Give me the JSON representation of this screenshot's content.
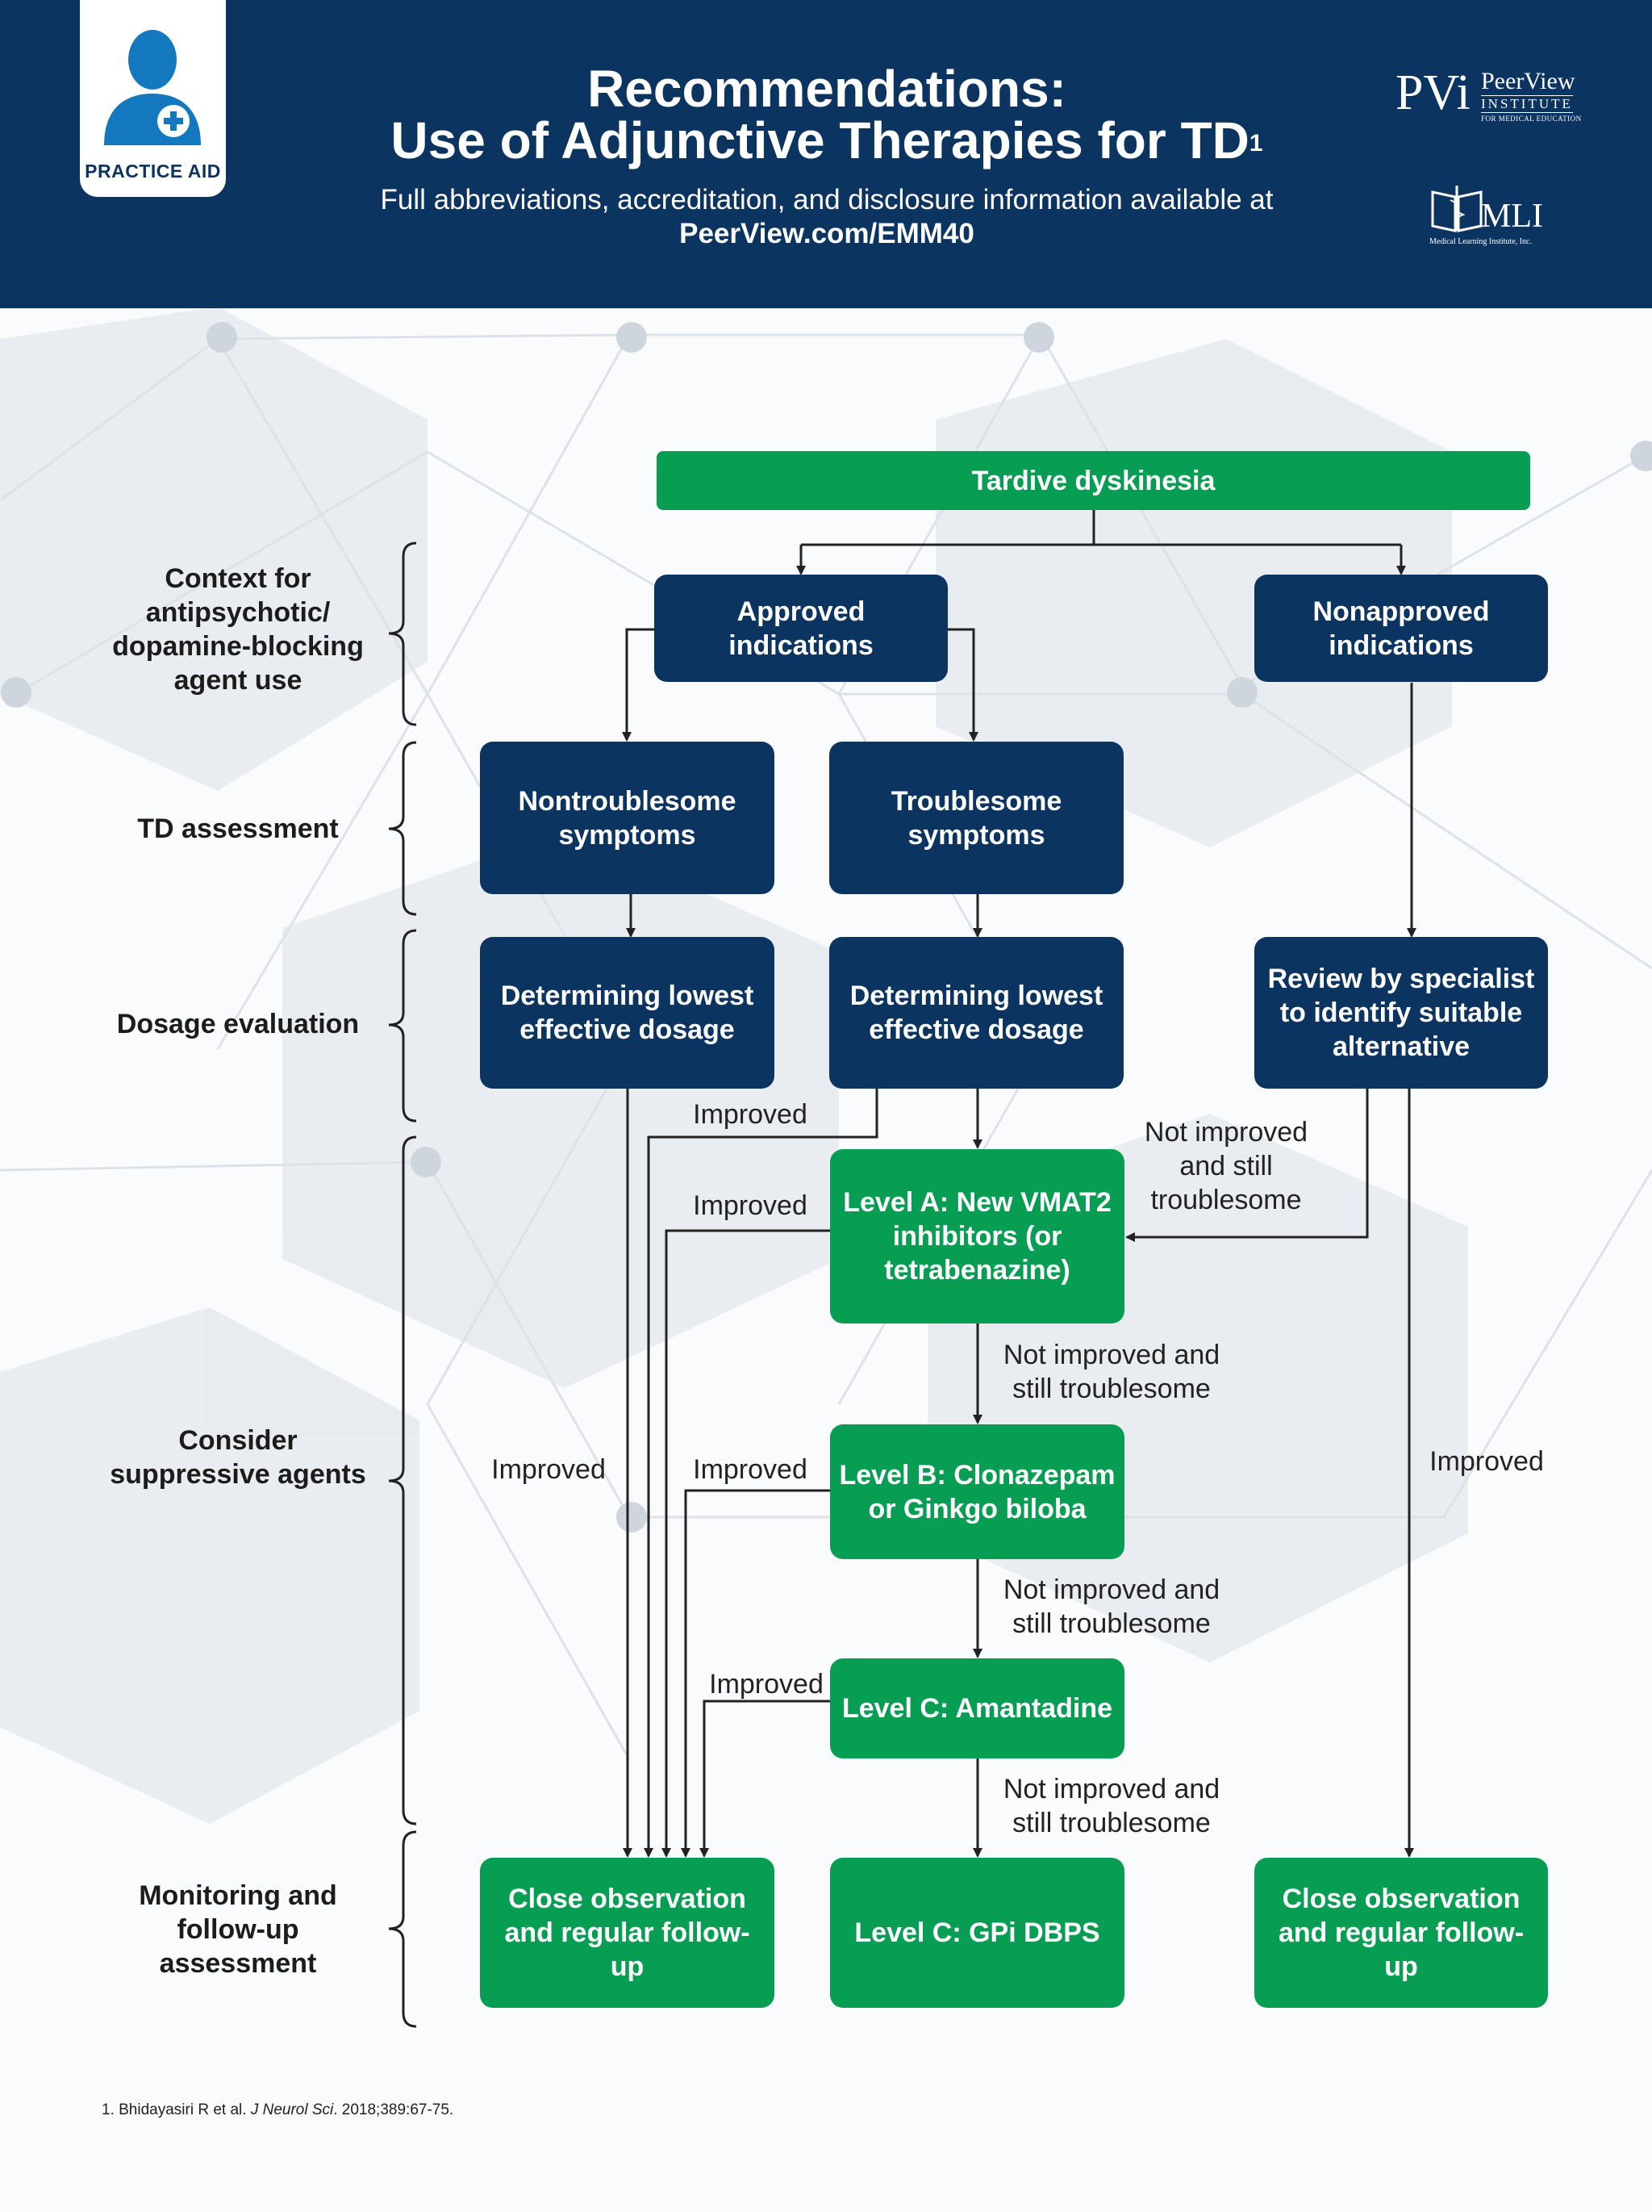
{
  "header": {
    "badge_label": "PRACTICE AID",
    "title_line1": "Recommendations:",
    "title_line2": "Use of Adjunctive Therapies for TD",
    "title_ref": "1",
    "subtitle_line1": "Full abbreviations, accreditation, and disclosure information available at",
    "subtitle_url": "PeerView.com/EMM40",
    "logo_pvi_mark": "PVi",
    "logo_pvi_name": "PeerView",
    "logo_pvi_institute": "INSTITUTE",
    "logo_pvi_sub": "FOR MEDICAL EDUCATION",
    "logo_mli_mark": "MLI",
    "logo_mli_sub": "Medical Learning Institute, Inc."
  },
  "stages": [
    {
      "label": "Context for antipsychotic/ dopamine-blocking agent use"
    },
    {
      "label": "TD assessment"
    },
    {
      "label": "Dosage evaluation"
    },
    {
      "label": "Consider suppressive agents"
    },
    {
      "label": "Monitoring and follow-up assessment"
    }
  ],
  "nodes": {
    "root": "Tardive dyskinesia",
    "approved": "Approved indications",
    "nonapproved": "Nonapproved indications",
    "nontroublesome": "Nontroublesome symptoms",
    "troublesome": "Troublesome symptoms",
    "dosage_left": "Determining lowest effective dosage",
    "dosage_mid": "Determining lowest effective dosage",
    "review": "Review by specialist to identify suitable alternative",
    "level_a": "Level A: New VMAT2 inhibitors (or tetrabenazine)",
    "level_b": "Level B: Clonazepam or Ginkgo biloba",
    "level_c1": "Level C: Amantadine",
    "close_left": "Close observation and regular follow-up",
    "level_c2": "Level C: GPi DBPS",
    "close_right": "Close observation and regular follow-up"
  },
  "edge_labels": {
    "improved_1": "Improved",
    "improved_2": "Improved",
    "improved_3": "Improved",
    "improved_4": "Improved",
    "improved_5": "Improved",
    "improved_6": "Improved",
    "not_improved_review": "Not improved and still troublesome",
    "not_improved_a": "Not improved and still troublesome",
    "not_improved_b": "Not improved and still troublesome",
    "not_improved_c": "Not improved and still troublesome"
  },
  "footer": {
    "ref_authors": "1. Bhidayasiri R et al. ",
    "ref_journal": "J Neurol Sci",
    "ref_rest": ". 2018;389:67-75."
  },
  "colors": {
    "navy": "#0c3460",
    "green": "#079d52",
    "line": "#222222"
  }
}
